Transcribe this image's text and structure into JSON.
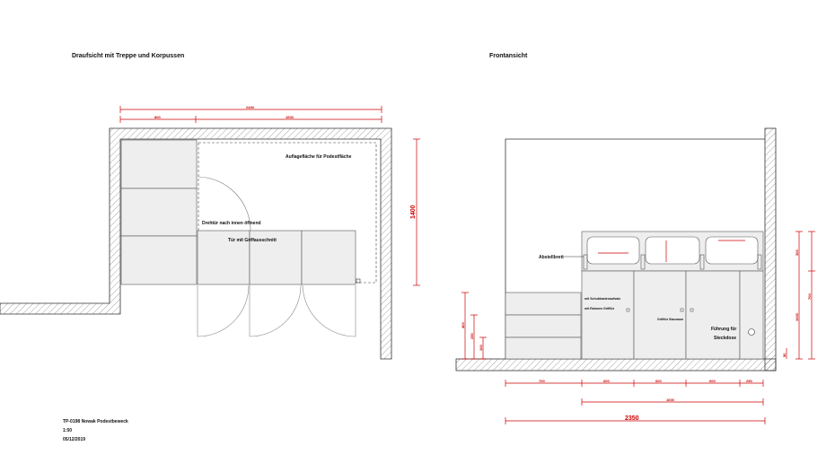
{
  "titles": {
    "plan": "Draufsicht mit Treppe und Korpussen",
    "front": "Frontansicht"
  },
  "plan_notes": {
    "top_panel": "Auflagefläche für Podestfläche",
    "door_note": "Drehtür nach innen öffnend",
    "door_handle": "Tür mit Griffausschnitt"
  },
  "plan_dims": {
    "overall": "2400",
    "left": "800",
    "right": "1600",
    "depth": "1400"
  },
  "front_notes": {
    "shelf": "Abstellbrett",
    "cab_left_1": "mit Schubkastenaufsatz",
    "cab_left_2": "mit Rahmen Grifftür",
    "cab_mid": "Grifftür Stauraum",
    "cab_right_1": "Führung für",
    "cab_right_2": "Steckdose"
  },
  "front_dims": {
    "overall": "2350",
    "mid": "1600",
    "b1": "700",
    "b2": "600",
    "b3": "600",
    "b4": "600",
    "b5": "250",
    "h_total": "1000",
    "h_mid": "700",
    "h_top": "300",
    "h_left1": "400",
    "h_left2": "250",
    "h_left3": "100",
    "h_small": "50"
  },
  "footer": {
    "line1": "TP-0198 Nowak Podestbeweck",
    "line2": "1:50",
    "line3": "05/12/2019"
  }
}
